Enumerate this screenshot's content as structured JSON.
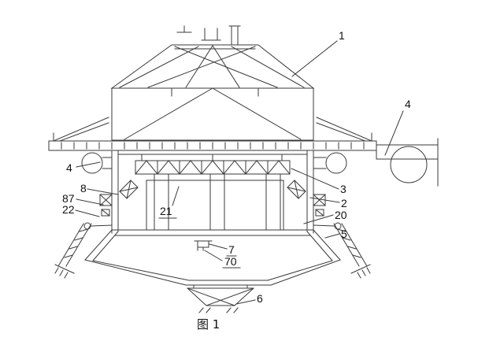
{
  "figure": {
    "caption": "图 1",
    "labels": {
      "n1": "1",
      "n4_right": "4",
      "n4_left": "4",
      "n3": "3",
      "n2": "2",
      "n20": "20",
      "n21": "21",
      "n8": "8",
      "n87": "87",
      "n22": "22",
      "n5": "5",
      "n7": "7",
      "n70": "70",
      "n6": "6"
    },
    "colors": {
      "line": "#3a3a3a",
      "background": "#ffffff",
      "text": "#111111"
    }
  }
}
